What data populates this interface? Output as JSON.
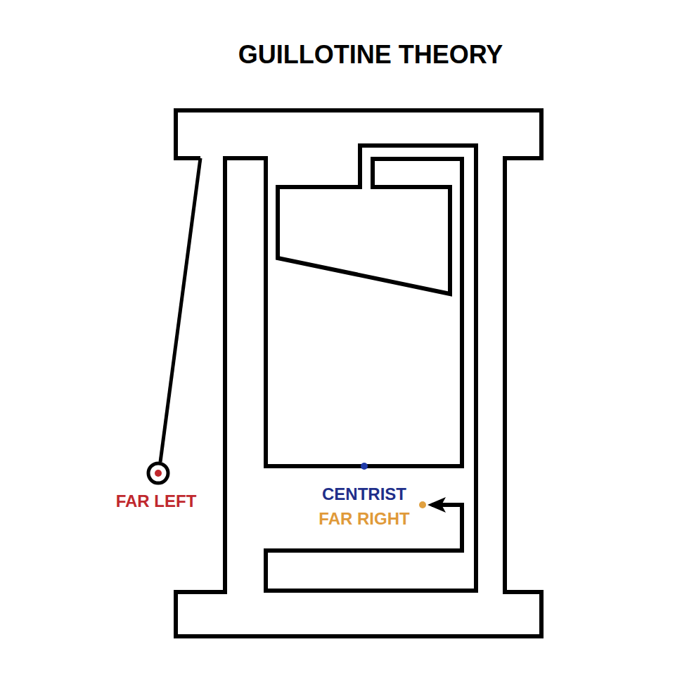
{
  "diagram": {
    "title": "GUILLOTINE THEORY",
    "labels": [
      "FAR LEFT",
      "CENTRIST",
      "FAR RIGHT"
    ]
  }
}
